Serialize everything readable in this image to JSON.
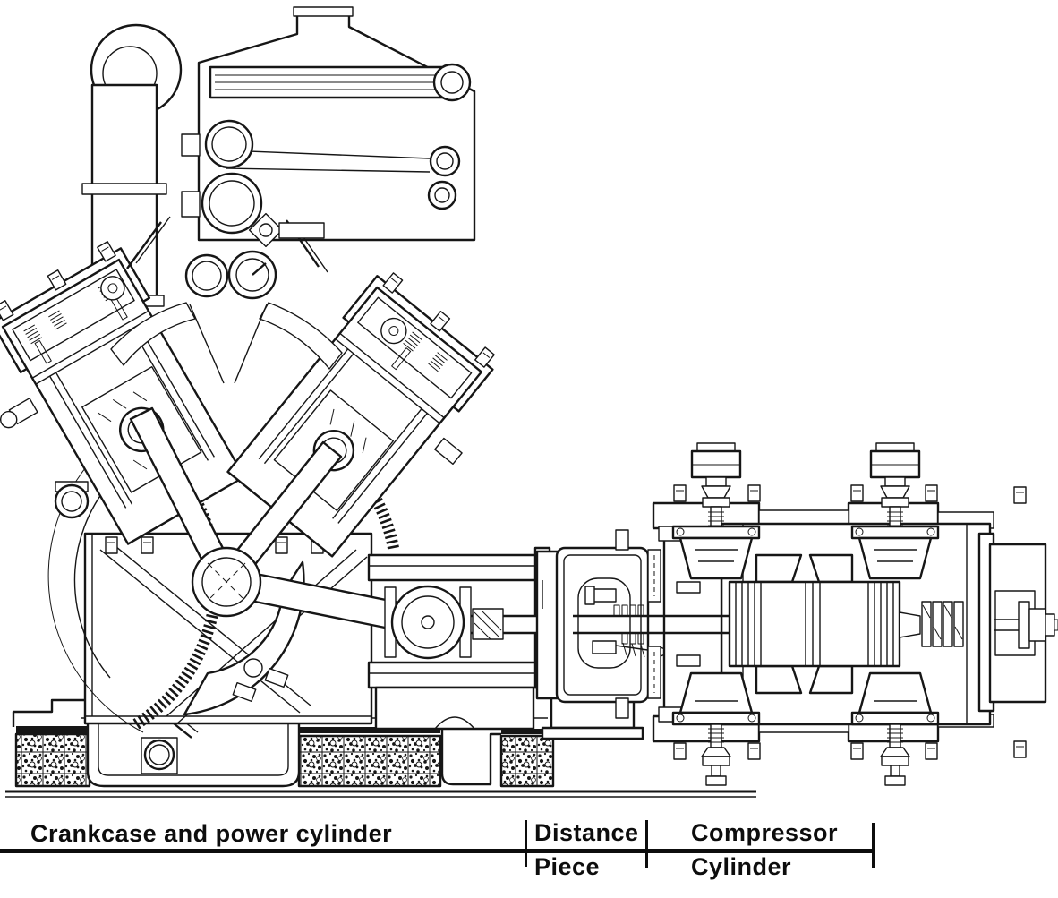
{
  "page": {
    "background": "#ffffff",
    "ink": "#161616"
  },
  "figure": {
    "kind": "engineering cross-section line drawing",
    "subject": "Integral V-engine with crankcase driving a horizontal double-acting compressor cylinder through a distance piece"
  },
  "caption": {
    "crankcase_label": "Crankcase and power cylinder",
    "distance_line1": "Distance",
    "distance_line2": "Piece",
    "compressor_line1": "Compressor",
    "compressor_line2": "Cylinder"
  }
}
